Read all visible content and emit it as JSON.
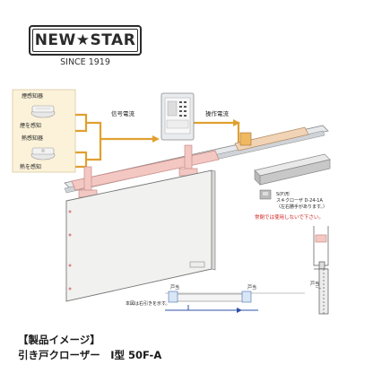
{
  "brand": {
    "name": "NEW★STAR",
    "since": "SINCE 1919"
  },
  "sensors": {
    "smoke_title": "煙感知器",
    "smoke_item": "煙を感知",
    "heat_title": "熱感知器",
    "heat_item": "熱を感知"
  },
  "signals": {
    "signal": "信号電流",
    "operation": "操作電流"
  },
  "inset": {
    "line1": "S(P)形",
    "line2": "スキクローザ  D-24-1A",
    "line3": "（左右勝手があります。）",
    "warning": "常閉では使用しないで下さい。"
  },
  "notes": {
    "door_note": "本図は右引きを示す。",
    "stopper_top": "戸当",
    "stopper_bottom": "戸当",
    "stopper_right": "戸当"
  },
  "caption": {
    "line1": "【製品イメージ】",
    "line2": "引き戸クローザー　I型 50F-A"
  },
  "colors": {
    "wire": "#e0a030",
    "rail": "#f3c7c2",
    "rail_stroke": "#c98d88",
    "door": "#f1f1ef",
    "panel_bg": "#fbf2d9",
    "warning": "#d42020",
    "arrow_blue": "#2f4fa8"
  }
}
